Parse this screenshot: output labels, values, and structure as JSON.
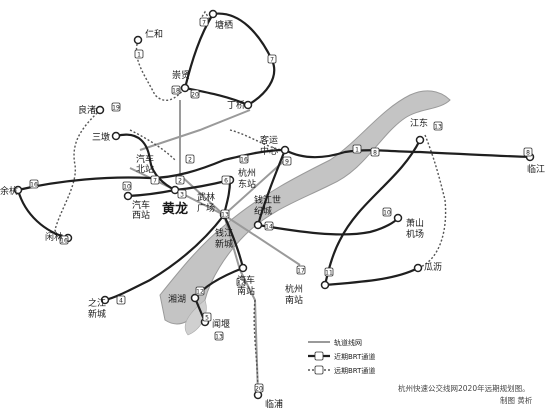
{
  "map": {
    "stations": {
      "renhe": "仁和",
      "tangqi": "塘栖",
      "chongxian": "崇贤",
      "liangzhu": "良渚",
      "dingqiao": "丁桥",
      "sandun": "三墩",
      "qiche_beizhan": [
        "汽车",
        "北站"
      ],
      "keyun_zhongxin": [
        "客运",
        "中心"
      ],
      "jiangdong": "江东",
      "linjiang": "临江",
      "yuhang": "余杭",
      "qiche_xizhan": [
        "汽车",
        "西站"
      ],
      "huanglong": "黄龙",
      "wulin_guangchang": [
        "武林",
        "广场"
      ],
      "hangzhou_dongzhan": [
        "杭州",
        "东站"
      ],
      "xianlin": "闲林",
      "qianjiang_shijicheng": [
        "钱江世",
        "纪城"
      ],
      "qianjiang_xincheng": [
        "钱江",
        "新城"
      ],
      "xiaoshan_jichang": [
        "萧山",
        "机场"
      ],
      "qiche_nanzhan": [
        "汽车",
        "南站"
      ],
      "hangzhou_nanzhan": [
        "杭州",
        "南站"
      ],
      "guali": "瓜沥",
      "zhijiang_xincheng": [
        "之江",
        "新城"
      ],
      "xianghu": "湘湖",
      "wenyan": "闻堰",
      "linpu": "临浦"
    },
    "routes": [
      "1",
      "2",
      "3",
      "4",
      "5",
      "6",
      "7",
      "8",
      "9",
      "10",
      "11",
      "12",
      "13",
      "14",
      "15",
      "16",
      "17",
      "18",
      "19",
      "20"
    ],
    "legend": {
      "items": [
        "轨道线网",
        "近期BRT通道",
        "远期BRT通道"
      ]
    },
    "caption": {
      "line1": "杭州快速公交线网2020年远期规划图。",
      "line2": "制图 黄析"
    },
    "colors": {
      "brt_near": "#1f1f1f",
      "brt_far": "#555555",
      "rail": "#9a9a9a",
      "river": "#b8b8b8",
      "station_fill": "#ffffff",
      "station_stroke": "#222222"
    },
    "icons": {
      "station_marker": "circle",
      "route_number_badge": "rounded-square"
    }
  }
}
